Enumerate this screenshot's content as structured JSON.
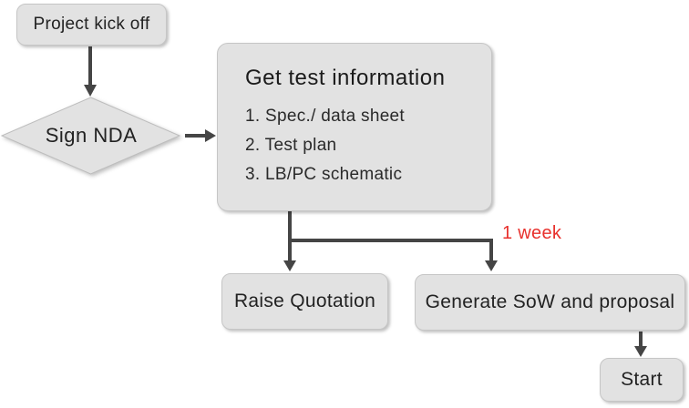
{
  "flowchart": {
    "nodes": {
      "project_kickoff": {
        "label": "Project kick off",
        "shape": "rounded-rect"
      },
      "sign_nda": {
        "label": "Sign NDA",
        "shape": "diamond"
      },
      "get_test_information": {
        "shape": "rounded-rect",
        "title": "Get test information",
        "items": [
          "1. Spec./ data sheet",
          "2. Test plan",
          "3. LB/PC schematic"
        ]
      },
      "raise_quotation": {
        "label": "Raise Quotation",
        "shape": "rounded-rect"
      },
      "generate_sow": {
        "label": "Generate SoW and proposal",
        "shape": "rounded-rect"
      },
      "start": {
        "label": "Start",
        "shape": "rounded-rect"
      }
    },
    "edges": [
      {
        "from": "project_kickoff",
        "to": "sign_nda",
        "label": ""
      },
      {
        "from": "sign_nda",
        "to": "get_test_information",
        "label": ""
      },
      {
        "from": "get_test_information",
        "to": "raise_quotation",
        "label": ""
      },
      {
        "from": "get_test_information",
        "to": "generate_sow",
        "label": "1 week"
      },
      {
        "from": "generate_sow",
        "to": "start",
        "label": ""
      }
    ],
    "colors": {
      "node_fill": "#e2e2e2",
      "node_border": "#c6c6c6",
      "arrow": "#454545",
      "text": "#222222",
      "edge_label": "#e8302c",
      "background": "#ffffff"
    }
  }
}
